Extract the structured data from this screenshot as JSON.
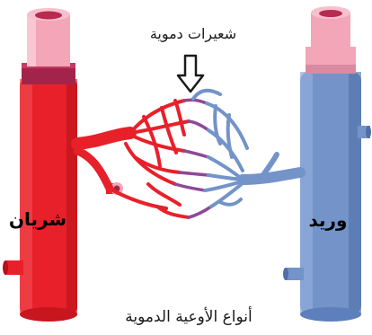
{
  "labels": {
    "capillaries": "شعيرات دموية",
    "artery": "شريان",
    "vein": "وريد",
    "caption": "أنواع الأوعية الدموية"
  },
  "colors": {
    "artery": "#e8202a",
    "artery_dark": "#b5121b",
    "vein": "#7393c9",
    "vein_dark": "#4f6fa8",
    "cuff_pink": "#f2a6b8",
    "cuff_dark": "#a3244a"
  },
  "icons": {
    "arrow": "down-arrow-icon"
  }
}
